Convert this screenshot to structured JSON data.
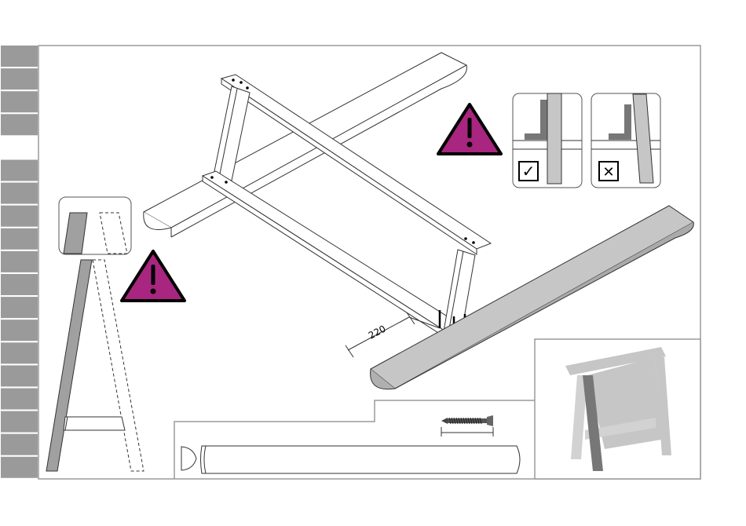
{
  "step_tabs": {
    "count": 19,
    "active_index": 4
  },
  "dimension": {
    "value": "220"
  },
  "checkbox_correct": {
    "symbol": "✓"
  },
  "checkbox_wrong": {
    "symbol": "✕"
  },
  "colors": {
    "warning_fill": "#a8267f",
    "tab_gray": "#9a9a9a",
    "board_gray": "#c6c6c6",
    "frame_gray": "#9a9a9a",
    "detail_gray": "#777777"
  },
  "icons": [
    "warning-icon",
    "check-icon",
    "cross-icon",
    "screw-icon"
  ]
}
